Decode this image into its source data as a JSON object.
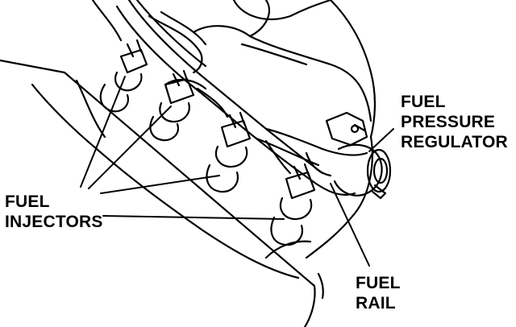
{
  "labels": {
    "fuel_pressure_regulator": [
      "FUEL",
      "PRESSURE",
      "REGULATOR"
    ],
    "fuel_injectors": [
      "FUEL",
      "INJECTORS"
    ],
    "fuel_rail": [
      "FUEL",
      "RAIL"
    ]
  },
  "colors": {
    "ink": "#000000",
    "paper": "#ffffff"
  }
}
